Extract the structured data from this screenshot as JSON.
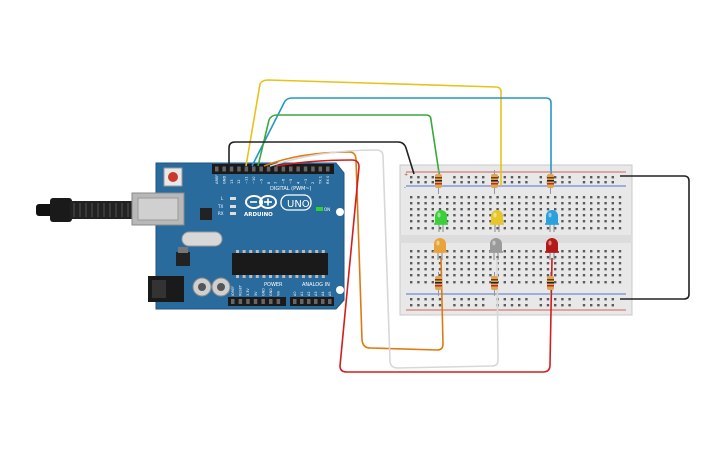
{
  "board": {
    "name": "UNO",
    "brand": "ARDUINO",
    "header_digital": "DIGITAL (PWM~)",
    "header_power": "POWER",
    "header_analog": "ANALOG IN",
    "label_on": "ON",
    "label_tx": "TX",
    "label_rx": "RX",
    "label_l": "L",
    "top_pins": [
      "AREF",
      "GND",
      "13",
      "12",
      "~11",
      "~10",
      "~9",
      "8",
      "7",
      "~6",
      "~5",
      "4",
      "~3",
      "2",
      "TX 1",
      "RX 0"
    ],
    "power_pins": [
      "IOREF",
      "RESET",
      "3.3V",
      "5V",
      "GND",
      "GND",
      "Vin"
    ],
    "analog_pins": [
      "A0",
      "A1",
      "A2",
      "A3",
      "A4",
      "A5"
    ]
  },
  "breadboard": {
    "rail_plus": "+",
    "rail_minus": "-"
  },
  "components": {
    "leds": [
      {
        "name": "led-green",
        "color": "#3ccf3c"
      },
      {
        "name": "led-yellow",
        "color": "#e8c62a"
      },
      {
        "name": "led-blue",
        "color": "#2aa0dc"
      },
      {
        "name": "led-orange",
        "color": "#e8a43a"
      },
      {
        "name": "led-gray",
        "color": "#9a9a9a"
      },
      {
        "name": "led-red",
        "color": "#b21a1a"
      }
    ]
  },
  "wires": {
    "colors": {
      "yellow": "#e8c21a",
      "blue": "#2596c8",
      "green": "#3aa83a",
      "black": "#222222",
      "orange": "#e07a10",
      "white": "#d8d8d8",
      "red": "#d21e1e"
    }
  }
}
